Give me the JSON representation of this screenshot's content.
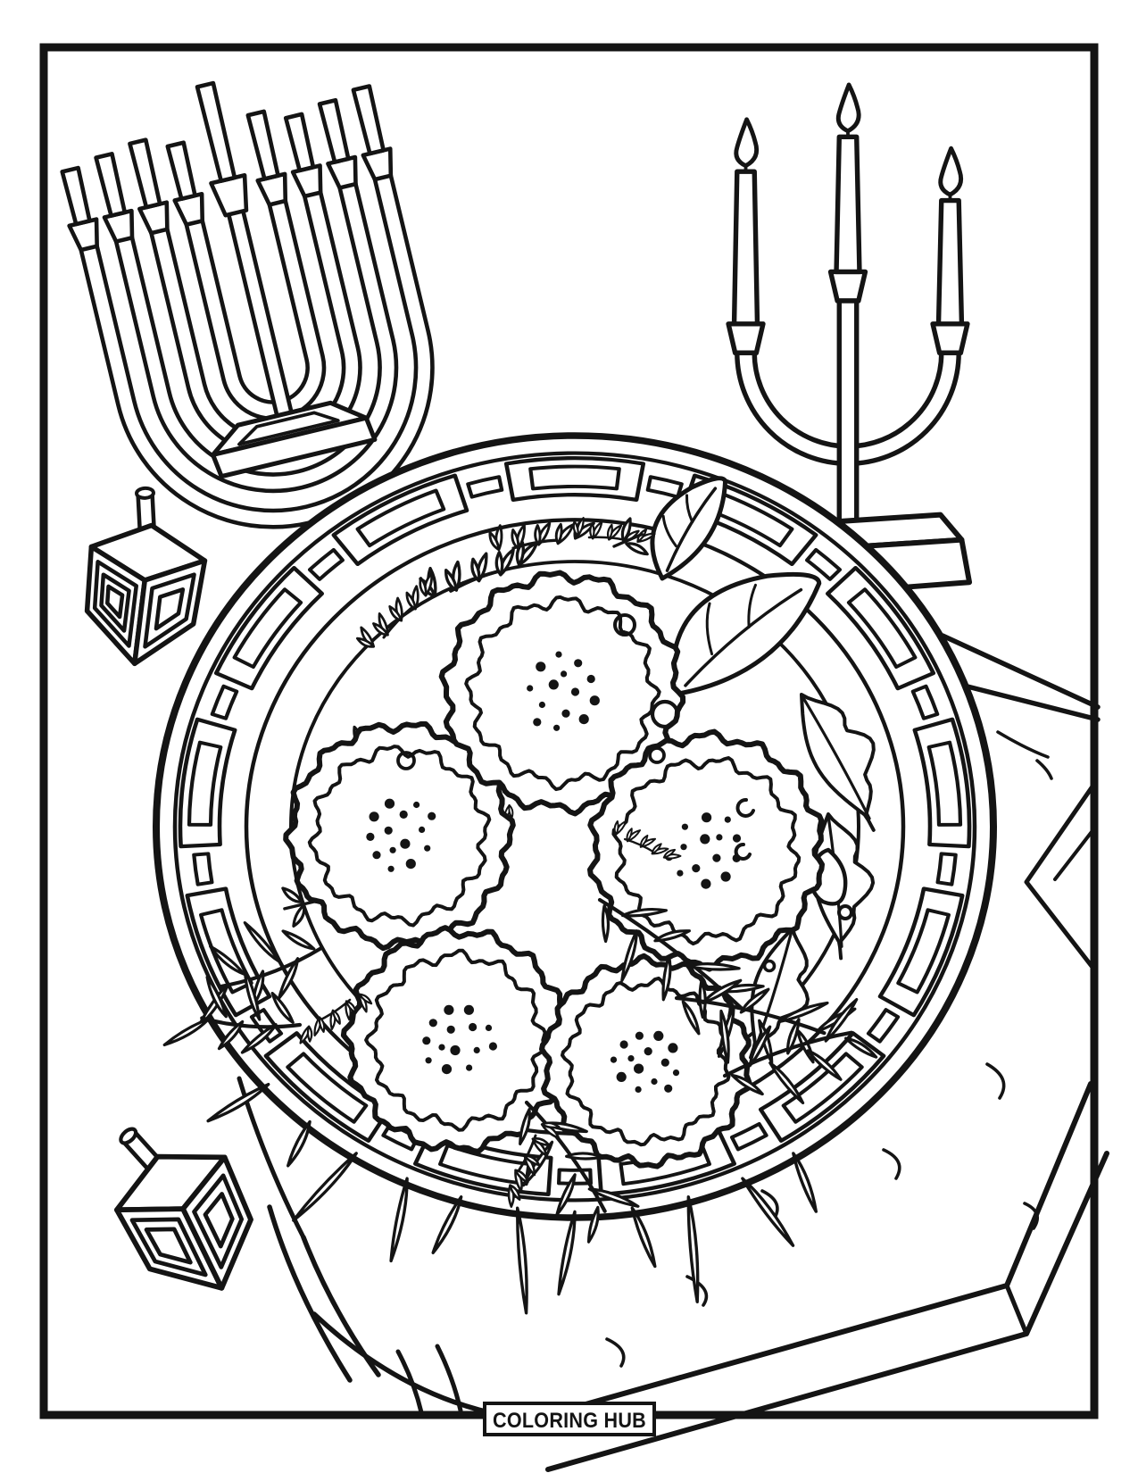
{
  "page": {
    "paper": "#ffffff",
    "ink": "#141414"
  },
  "badge": {
    "label": "COLORING HUB"
  },
  "scene": {
    "theme": "hanukkah-coloring-page",
    "items": [
      "menorah",
      "dreidel",
      "lit-candelabra",
      "plate-of-latkes-with-herbs",
      "dreidel",
      "napkin"
    ],
    "latke_count": 5,
    "menorah_candle_count": 9,
    "candelabra_candle_count": 3
  }
}
